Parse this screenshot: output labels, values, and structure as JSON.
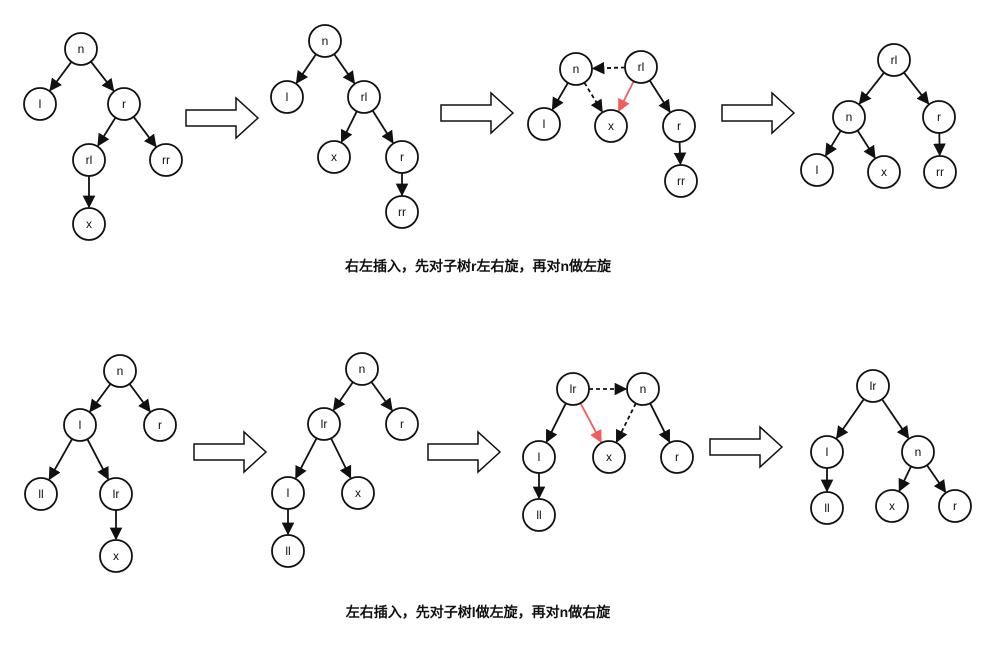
{
  "colors": {
    "line": "#111111",
    "highlight": "#f25c5c",
    "background": "#ffffff"
  },
  "rows": [
    {
      "caption": "右左插入，先对子树r左右旋，再对n做左旋",
      "stages": [
        {
          "nodes": [
            "n",
            "l",
            "r",
            "rl",
            "rr",
            "x"
          ]
        },
        {
          "nodes": [
            "n",
            "l",
            "rl",
            "x",
            "r",
            "rr"
          ]
        },
        {
          "nodes": [
            "n",
            "rl",
            "l",
            "x",
            "r",
            "rr"
          ]
        },
        {
          "nodes": [
            "rl",
            "n",
            "r",
            "l",
            "x",
            "rr"
          ]
        }
      ]
    },
    {
      "caption": "左右插入，先对子树l做左旋，再对n做右旋",
      "stages": [
        {
          "nodes": [
            "n",
            "l",
            "r",
            "ll",
            "lr",
            "x"
          ]
        },
        {
          "nodes": [
            "n",
            "lr",
            "r",
            "l",
            "x",
            "ll"
          ]
        },
        {
          "nodes": [
            "lr",
            "n",
            "l",
            "x",
            "r",
            "ll"
          ]
        },
        {
          "nodes": [
            "lr",
            "l",
            "n",
            "ll",
            "x",
            "r"
          ]
        }
      ]
    }
  ]
}
